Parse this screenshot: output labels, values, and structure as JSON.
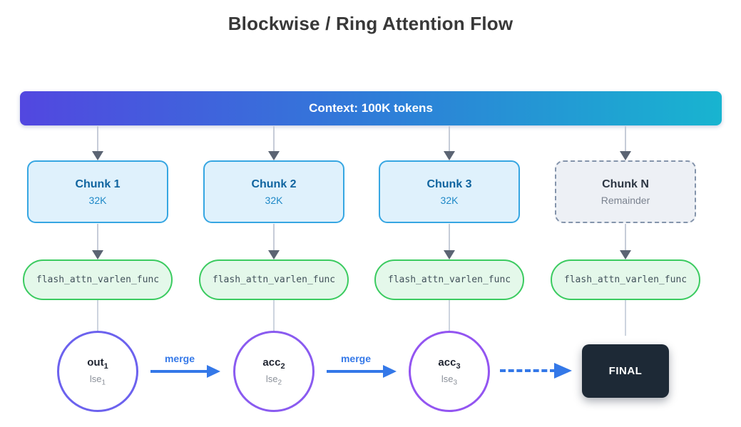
{
  "title": "Blockwise / Ring Attention Flow",
  "banner": {
    "label": "Context: 100K tokens",
    "gradient_left": "#5247e0",
    "gradient_mid": "#2e7ed8",
    "gradient_right": "#18b4d0"
  },
  "columns": [
    {
      "chunk": {
        "title": "Chunk 1",
        "subtitle": "32K"
      },
      "func_label": "flash_attn_varlen_func",
      "result": {
        "main": "out",
        "main_sub": "1",
        "aux": "lse",
        "aux_sub": "1"
      }
    },
    {
      "chunk": {
        "title": "Chunk 2",
        "subtitle": "32K"
      },
      "func_label": "flash_attn_varlen_func",
      "result": {
        "main": "acc",
        "main_sub": "2",
        "aux": "lse",
        "aux_sub": "2"
      }
    },
    {
      "chunk": {
        "title": "Chunk 3",
        "subtitle": "32K"
      },
      "func_label": "flash_attn_varlen_func",
      "result": {
        "main": "acc",
        "main_sub": "3",
        "aux": "lse",
        "aux_sub": "3"
      }
    },
    {
      "chunk": {
        "title": "Chunk N",
        "subtitle": "Remainder"
      },
      "func_label": "flash_attn_varlen_func"
    }
  ],
  "merges": [
    {
      "label": "merge"
    },
    {
      "label": "merge"
    }
  ],
  "final": {
    "label": "FINAL"
  },
  "colors": {
    "chunk_border": "#36a6e2",
    "chunk_fill": "#dff1fc",
    "chunk_title": "#0f649f",
    "chunk_subtitle": "#1e88c7",
    "ghost_border": "#8494ab",
    "ghost_fill": "#edf0f5",
    "func_border": "#3bcb60",
    "func_fill": "#e4f8ea",
    "func_text": "#42525b",
    "circle_border_1": "#6c62ee",
    "circle_border_2": "#8a5bf0",
    "circle_border_3": "#9355f1",
    "merge_blue": "#3478e8",
    "final_bg": "#1d2936",
    "arrow_head": "#5b6473",
    "arrow_stem": "#c6ccd8"
  }
}
